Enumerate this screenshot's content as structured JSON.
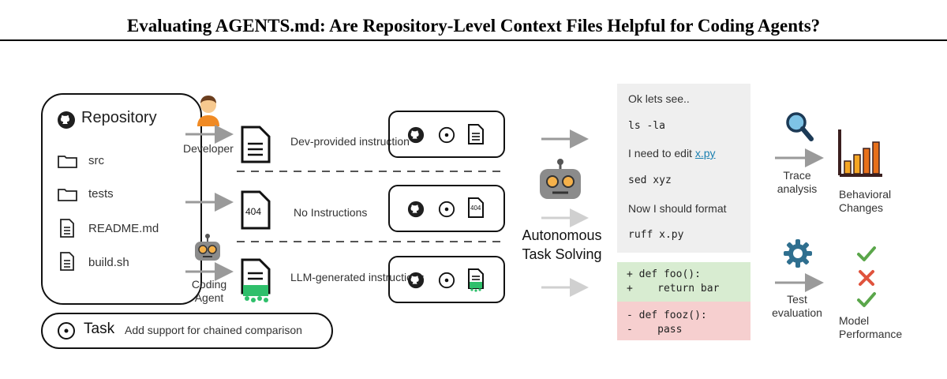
{
  "title": "Evaluating AGENTS.md: Are Repository-Level Context Files Helpful for Coding Agents?",
  "repository": {
    "title": "Repository",
    "items": [
      {
        "label": "src",
        "icon": "folder-icon"
      },
      {
        "label": "tests",
        "icon": "folder-icon"
      },
      {
        "label": "README.md",
        "icon": "file-icon"
      },
      {
        "label": "build.sh",
        "icon": "file-icon"
      }
    ]
  },
  "task": {
    "label": "Task",
    "text": "Add support for chained comparison"
  },
  "sources": {
    "developer": "Developer",
    "coding_agent": "Coding Agent"
  },
  "instructions": {
    "dev": "Dev-provided instruction",
    "none": "No Instructions",
    "llm": "LLM-generated instructions",
    "not_found_code": "404"
  },
  "autonomous": "Autonomous Task Solving",
  "trace": {
    "lines": [
      {
        "text": "Ok lets see..",
        "kind": "text"
      },
      {
        "text": "ls -la",
        "kind": "code"
      },
      {
        "text": "I need to edit ",
        "kind": "text",
        "link": "x.py"
      },
      {
        "text": "sed xyz",
        "kind": "code"
      },
      {
        "text": "Now I should format",
        "kind": "text"
      },
      {
        "text": "ruff x.py",
        "kind": "code"
      }
    ]
  },
  "diff": {
    "added": "+ def foo():\n+    return bar",
    "removed": "- def fooz():\n-    pass"
  },
  "analysis": {
    "trace_analysis": "Trace analysis",
    "behavioral_changes": "Behavioral Changes",
    "test_evaluation": "Test evaluation",
    "model_performance": "Model Performance"
  },
  "colors": {
    "arrow": "#9a9a9a",
    "bar_orange": "#f5a623",
    "bar_dark": "#e8701a",
    "check_green": "#5aa64a",
    "cross_red": "#e0533d",
    "gear_blue": "#2f6f8f",
    "llm_file_green": "#2fbf6b"
  }
}
